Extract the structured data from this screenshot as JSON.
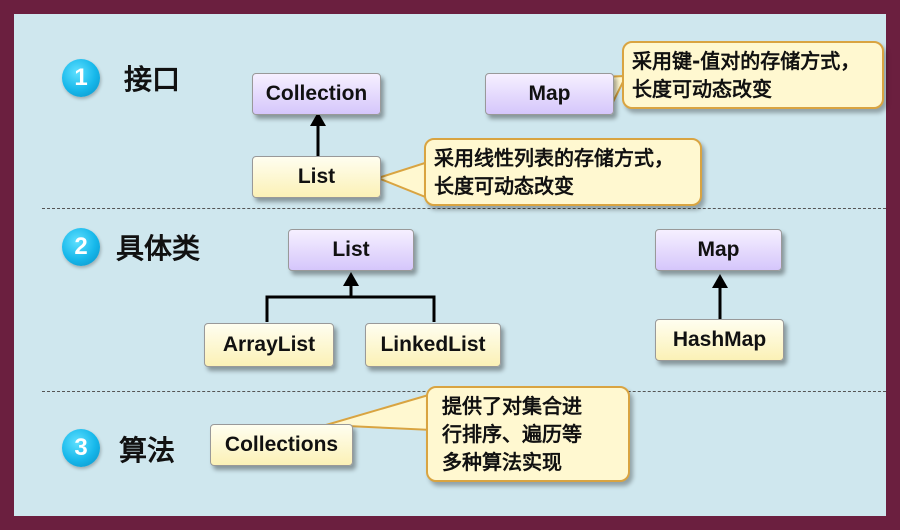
{
  "sections": [
    {
      "number": "1",
      "title": "接口"
    },
    {
      "number": "2",
      "title": "具体类"
    },
    {
      "number": "3",
      "title": "算法"
    }
  ],
  "boxes": {
    "collection": "Collection",
    "map_interface": "Map",
    "list_interface": "List",
    "list_class": "List",
    "arraylist": "ArrayList",
    "linkedlist": "LinkedList",
    "map_class": "Map",
    "hashmap": "HashMap",
    "collections": "Collections"
  },
  "callouts": {
    "map": [
      "采用键-值对的存储方式，",
      "长度可动态改变"
    ],
    "list": [
      "采用线性列表的存储方式，",
      "长度可动态改变"
    ],
    "collections": [
      "提供了对集合进",
      "行排序、遍历等",
      "多种算法实现"
    ]
  },
  "colors": {
    "frame": "#6b1f3f",
    "background": "#cfe7ee",
    "circle": "#16b7ea",
    "callout_border": "#d9a441"
  }
}
